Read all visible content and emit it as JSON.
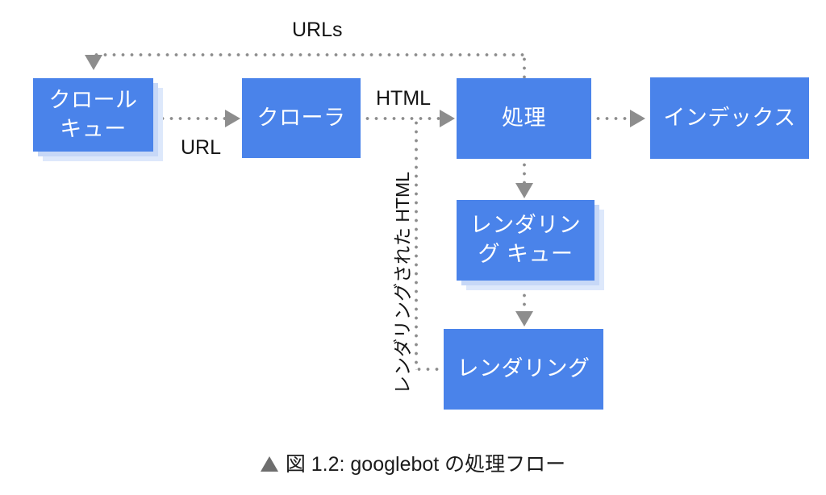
{
  "figure": {
    "caption_marker": "▲",
    "caption_text": "図 1.2: googlebot の処理フロー",
    "colors": {
      "node_fill": "#4a83ea",
      "node_text": "#ffffff",
      "stack_layer_1": "#c7d8f7",
      "stack_layer_2": "#dde8fb",
      "connector": "#8d8d8d",
      "label_text": "#141414",
      "background": "#ffffff"
    }
  },
  "nodes": [
    {
      "id": "crawl-queue",
      "label": "クロール\nキュー",
      "stacked": true
    },
    {
      "id": "crawler",
      "label": "クローラ",
      "stacked": false
    },
    {
      "id": "processing",
      "label": "処理",
      "stacked": false
    },
    {
      "id": "index",
      "label": "インデックス",
      "stacked": false
    },
    {
      "id": "render-queue",
      "label": "レンダリン\nグ キュー",
      "stacked": true
    },
    {
      "id": "rendering",
      "label": "レンダリング",
      "stacked": false
    }
  ],
  "edges": [
    {
      "id": "urls",
      "label": "URLs",
      "from": "processing",
      "to": "crawl-queue"
    },
    {
      "id": "url",
      "label": "URL",
      "from": "crawl-queue",
      "to": "crawler"
    },
    {
      "id": "html",
      "label": "HTML",
      "from": "crawler",
      "to": "processing"
    },
    {
      "id": "index-edge",
      "label": "",
      "from": "processing",
      "to": "index"
    },
    {
      "id": "to-render-queue",
      "label": "",
      "from": "processing",
      "to": "render-queue"
    },
    {
      "id": "to-rendering",
      "label": "",
      "from": "render-queue",
      "to": "rendering"
    },
    {
      "id": "rendered-html",
      "label": "レンダリングされた HTML",
      "from": "rendering",
      "to": "processing"
    }
  ]
}
